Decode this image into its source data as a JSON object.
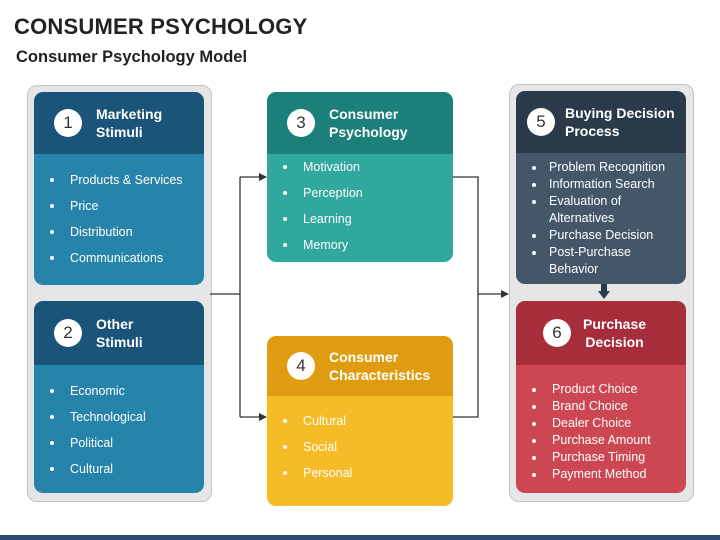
{
  "title": "CONSUMER PSYCHOLOGY",
  "subtitle": "Consumer Psychology Model",
  "cards": {
    "marketing_stimuli": {
      "number": "1",
      "title_lines": [
        "Marketing",
        "Stimuli"
      ],
      "items": [
        "Products & Services",
        "Price",
        "Distribution",
        "Communications"
      ],
      "colors": {
        "header": "#1a5478",
        "body": "#2683aa"
      }
    },
    "other_stimuli": {
      "number": "2",
      "title_lines": [
        "Other",
        "Stimuli"
      ],
      "items": [
        "Economic",
        "Technological",
        "Political",
        "Cultural"
      ],
      "colors": {
        "header": "#1a5478",
        "body": "#2683aa"
      }
    },
    "consumer_psychology": {
      "number": "3",
      "title_lines": [
        "Consumer",
        "Psychology"
      ],
      "items": [
        "Motivation",
        "Perception",
        "Learning",
        "Memory"
      ],
      "colors": {
        "header": "#1c7f7a",
        "body": "#30a89e"
      }
    },
    "consumer_characteristics": {
      "number": "4",
      "title_lines": [
        "Consumer",
        "Characteristics"
      ],
      "items": [
        "Cultural",
        "Social",
        "Personal"
      ],
      "colors": {
        "header": "#df9c11",
        "body": "#f6bc28"
      }
    },
    "buying_decision_process": {
      "number": "5",
      "title_lines": [
        "Buying Decision",
        "Process"
      ],
      "items": [
        "Problem Recognition",
        "Information Search",
        "Evaluation of",
        "Alternatives",
        "Purchase Decision",
        "Post-Purchase",
        "Behavior"
      ],
      "colors": {
        "header": "#2a3a4b",
        "body": "#435769"
      }
    },
    "purchase_decision": {
      "number": "6",
      "title_lines": [
        "Purchase",
        "Decision"
      ],
      "items": [
        "Product Choice",
        "Brand Choice",
        "Dealer Choice",
        "Purchase Amount",
        "Purchase Timing",
        "Payment Method"
      ],
      "colors": {
        "header": "#a82d3a",
        "body": "#cd4752"
      }
    }
  },
  "connector_color": "#333333"
}
